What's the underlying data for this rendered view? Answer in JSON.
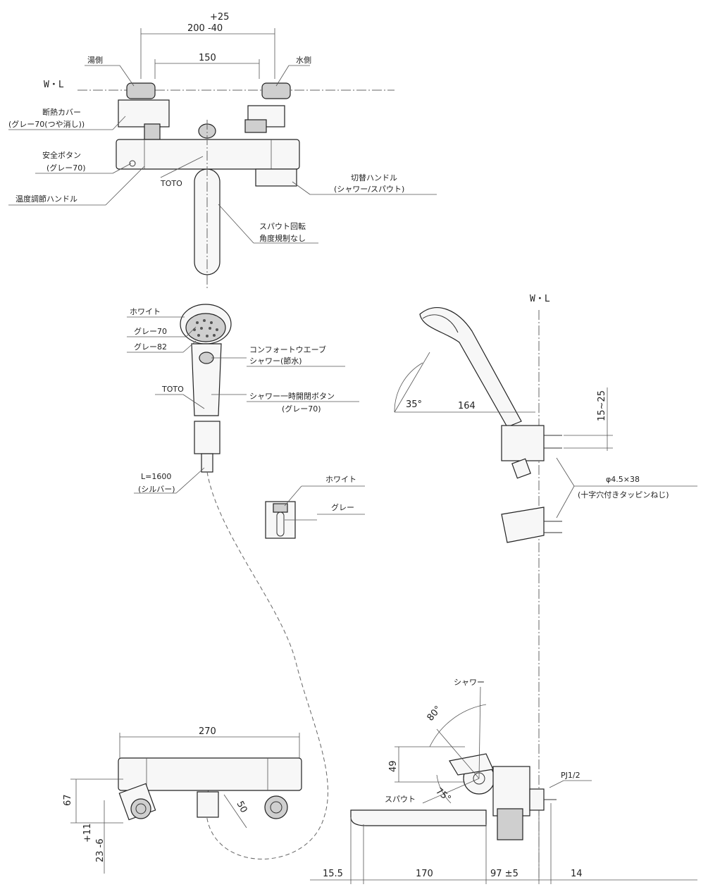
{
  "dimensions": {
    "top_tol_plus": "+25",
    "top_span": "200 -40",
    "top_inner": "150",
    "side_offset": "15~25",
    "shower_reach": "164",
    "shower_angle": "35°",
    "bottom_width": "270",
    "bottom_depth": "67",
    "bottom_tol": "+11",
    "bottom_base": "23 -6",
    "bottom_diag": "50",
    "side_height": "49",
    "side_angle_80": "80°",
    "side_angle_75": "75°",
    "dim_15_5": "15.5",
    "dim_170": "170",
    "dim_97": "97 ±5",
    "dim_14": "14"
  },
  "labels": {
    "wl_front": "W・L",
    "wl_side": "W・L",
    "hot_side": "湯側",
    "cold_side": "水側",
    "insulation_cover": "断熱カバー",
    "insulation_cover_color": "(グレー70(つや消し))",
    "safety_button": "安全ボタン",
    "safety_button_color": "(グレー70)",
    "toto_body": "TOTO",
    "temp_handle": "温度調節ハンドル",
    "switch_handle": "切替ハンドル",
    "switch_handle_modes": "(シャワー/スパウト)",
    "spout_rotation_1": "スパウト回転",
    "spout_rotation_2": "角度規制なし",
    "head_white": "ホワイト",
    "head_grey70": "グレー70",
    "head_grey82": "グレー82",
    "comfort_wave_1": "コンフォートウエーブ",
    "comfort_wave_2": "シャワー(節水)",
    "toto_head": "TOTO",
    "pause_button": "シャワー一時開閉ボタン",
    "pause_button_color": "(グレー70)",
    "hose_length": "L=1600",
    "hose_color": "(シルバー)",
    "holder_white": "ホワイト",
    "holder_grey": "グレー",
    "screw_spec": "φ4.5×38",
    "screw_type": "(十字穴付きタッピンねじ)",
    "shower_mode": "シャワー",
    "spout_mode": "スパウト",
    "pipe_thread": "PJ1/2"
  }
}
